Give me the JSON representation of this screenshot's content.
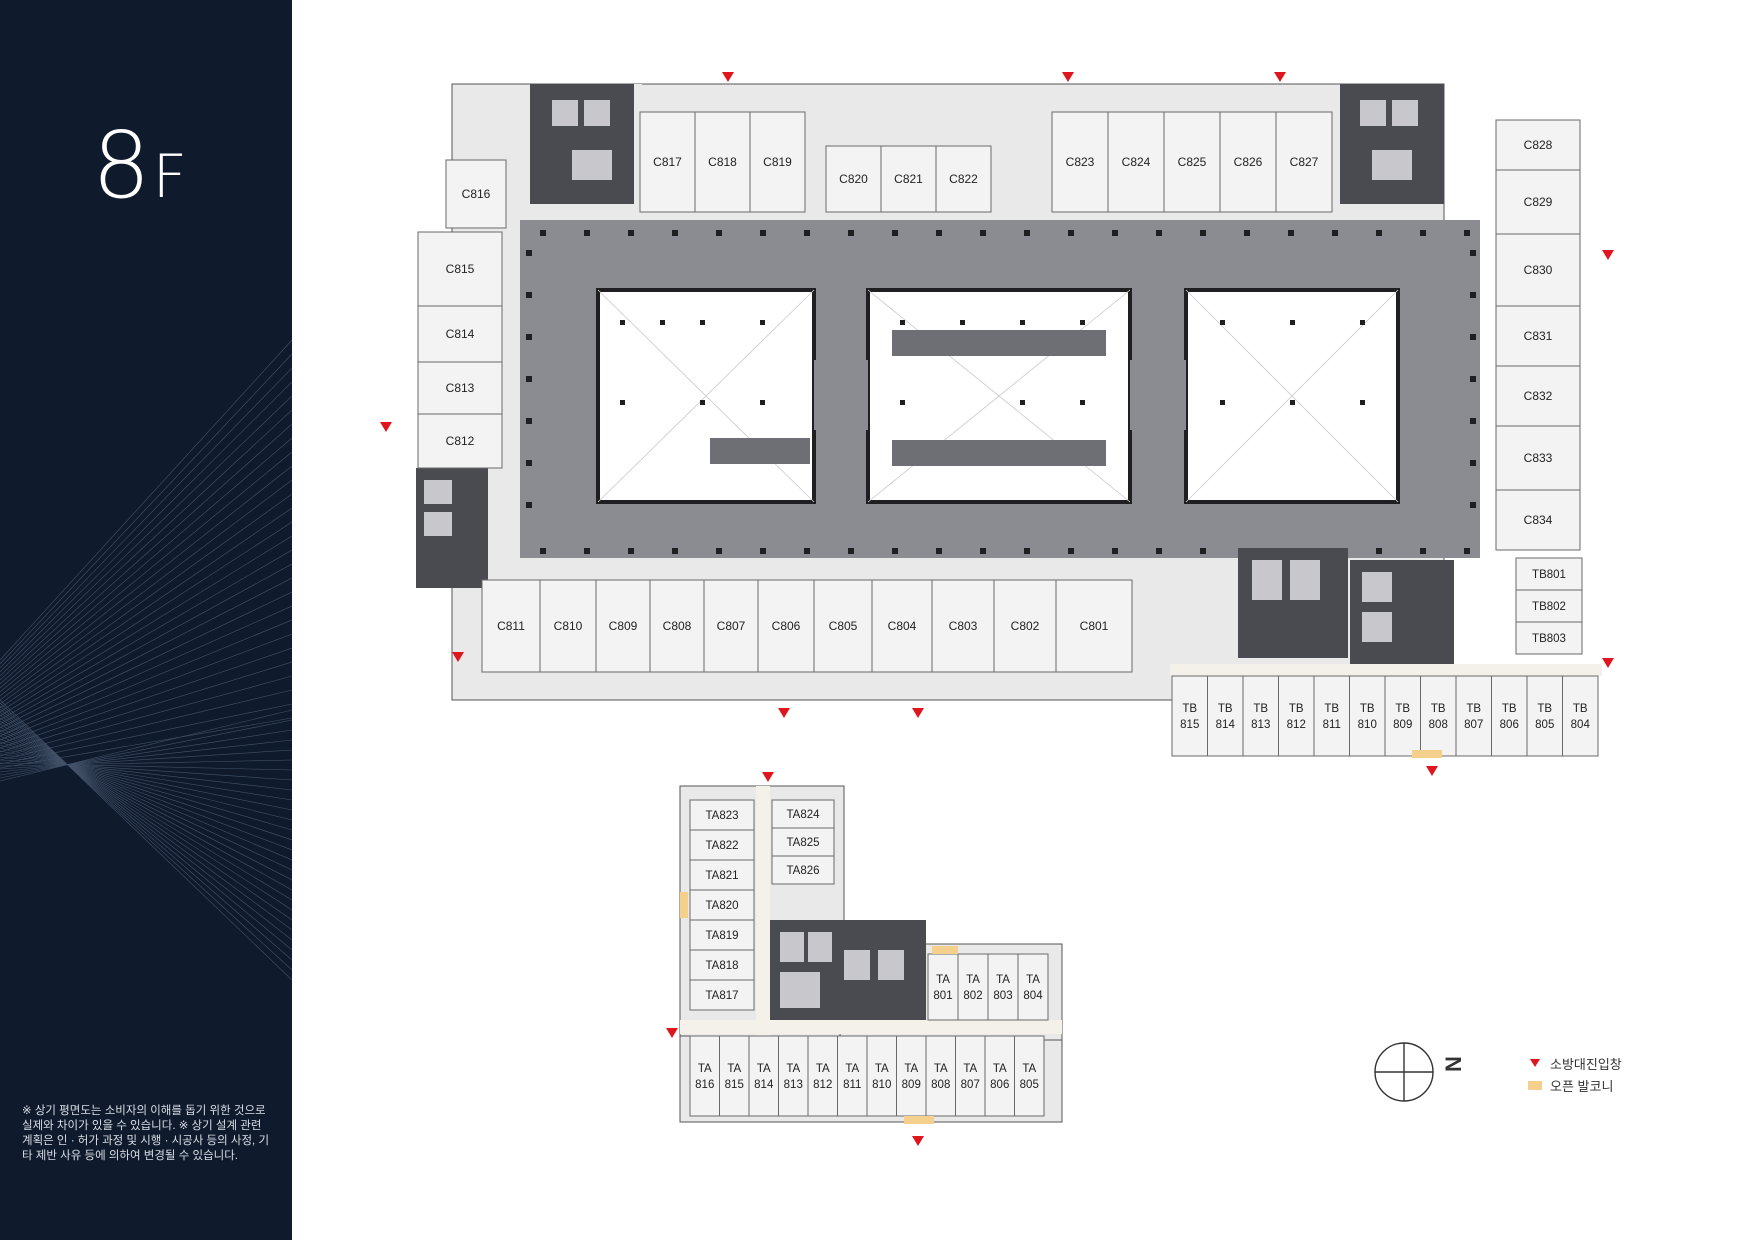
{
  "floor": {
    "number": "8",
    "suffix": "F"
  },
  "disclaimer": "※ 상기 평면도는 소비자의 이해를 돕기 위한 것으로 실제와 차이가 있을 수 있습니다. ※ 상기 설계 관련 계획은 인 · 허가 과정 및 시행 · 시공사 등의 사정, 기타 제반 사유 등에 의하여 변경될 수 있습니다.",
  "colors": {
    "sidebar": "#0f1b2d",
    "corridor": "#8b8c92",
    "unit_fill": "#f3f3f3",
    "core": "#4a4b50",
    "fire_marker": "#e0161e",
    "balcony": "#f4d08c"
  },
  "units_c_top_left": [
    "C817",
    "C818",
    "C819"
  ],
  "units_c_top_mid": [
    "C820",
    "C821",
    "C822"
  ],
  "units_c_top_right": [
    "C823",
    "C824",
    "C825",
    "C826",
    "C827"
  ],
  "unit_c816": "C816",
  "units_c_left": [
    "C815",
    "C814",
    "C813",
    "C812"
  ],
  "units_c_right": [
    "C828",
    "C829",
    "C830",
    "C831",
    "C832",
    "C833",
    "C834"
  ],
  "units_c_bottom": [
    "C811",
    "C810",
    "C809",
    "C808",
    "C807",
    "C806",
    "C805",
    "C804",
    "C803",
    "C802",
    "C801"
  ],
  "units_tb_right": [
    "TB801",
    "TB802",
    "TB803"
  ],
  "units_tb_bottom": [
    {
      "prefix": "TB",
      "num": "815"
    },
    {
      "prefix": "TB",
      "num": "814"
    },
    {
      "prefix": "TB",
      "num": "813"
    },
    {
      "prefix": "TB",
      "num": "812"
    },
    {
      "prefix": "TB",
      "num": "811"
    },
    {
      "prefix": "TB",
      "num": "810"
    },
    {
      "prefix": "TB",
      "num": "809"
    },
    {
      "prefix": "TB",
      "num": "808"
    },
    {
      "prefix": "TB",
      "num": "807"
    },
    {
      "prefix": "TB",
      "num": "806"
    },
    {
      "prefix": "TB",
      "num": "805"
    },
    {
      "prefix": "TB",
      "num": "804"
    }
  ],
  "units_ta_left": [
    "TA823",
    "TA822",
    "TA821",
    "TA820",
    "TA819",
    "TA818",
    "TA817"
  ],
  "units_ta_mid": [
    "TA824",
    "TA825",
    "TA826"
  ],
  "units_ta_right": [
    {
      "prefix": "TA",
      "num": "801"
    },
    {
      "prefix": "TA",
      "num": "802"
    },
    {
      "prefix": "TA",
      "num": "803"
    },
    {
      "prefix": "TA",
      "num": "804"
    }
  ],
  "units_ta_bottom": [
    {
      "prefix": "TA",
      "num": "816"
    },
    {
      "prefix": "TA",
      "num": "815"
    },
    {
      "prefix": "TA",
      "num": "814"
    },
    {
      "prefix": "TA",
      "num": "813"
    },
    {
      "prefix": "TA",
      "num": "812"
    },
    {
      "prefix": "TA",
      "num": "811"
    },
    {
      "prefix": "TA",
      "num": "810"
    },
    {
      "prefix": "TA",
      "num": "809"
    },
    {
      "prefix": "TA",
      "num": "808"
    },
    {
      "prefix": "TA",
      "num": "807"
    },
    {
      "prefix": "TA",
      "num": "806"
    },
    {
      "prefix": "TA",
      "num": "805"
    }
  ],
  "compass": {
    "label": "N"
  },
  "legend": {
    "fire_entry": "소방대진입창",
    "open_balcony": "오픈 발코니"
  }
}
